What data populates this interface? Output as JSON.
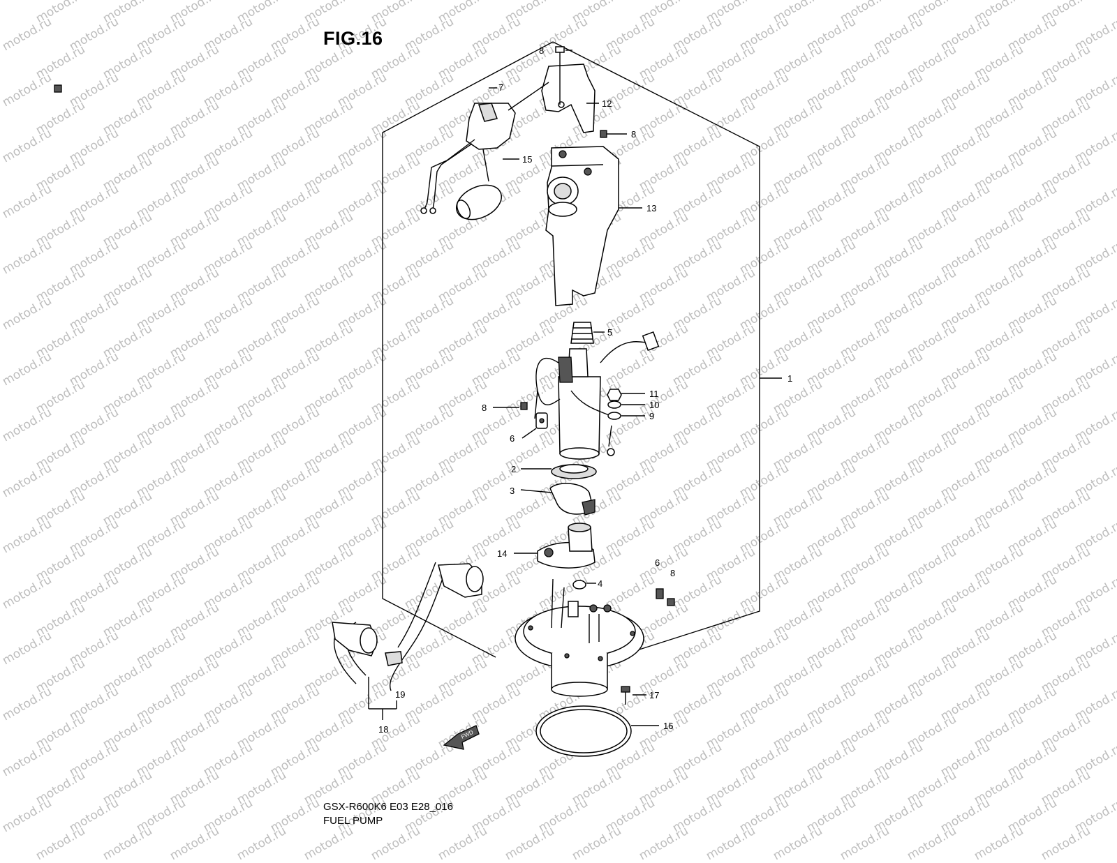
{
  "figure_title": "FIG.16",
  "watermark": "motod.ru",
  "caption": {
    "model_code": "GSX-R600K6 E03 E28_016",
    "name": "FUEL PUMP"
  },
  "fwd_label": "FWD",
  "callouts": [
    "1",
    "2",
    "3",
    "4",
    "5",
    "6",
    "6",
    "7",
    "8",
    "8",
    "8",
    "8",
    "9",
    "10",
    "11",
    "12",
    "13",
    "14",
    "15",
    "16",
    "17",
    "18",
    "19"
  ]
}
